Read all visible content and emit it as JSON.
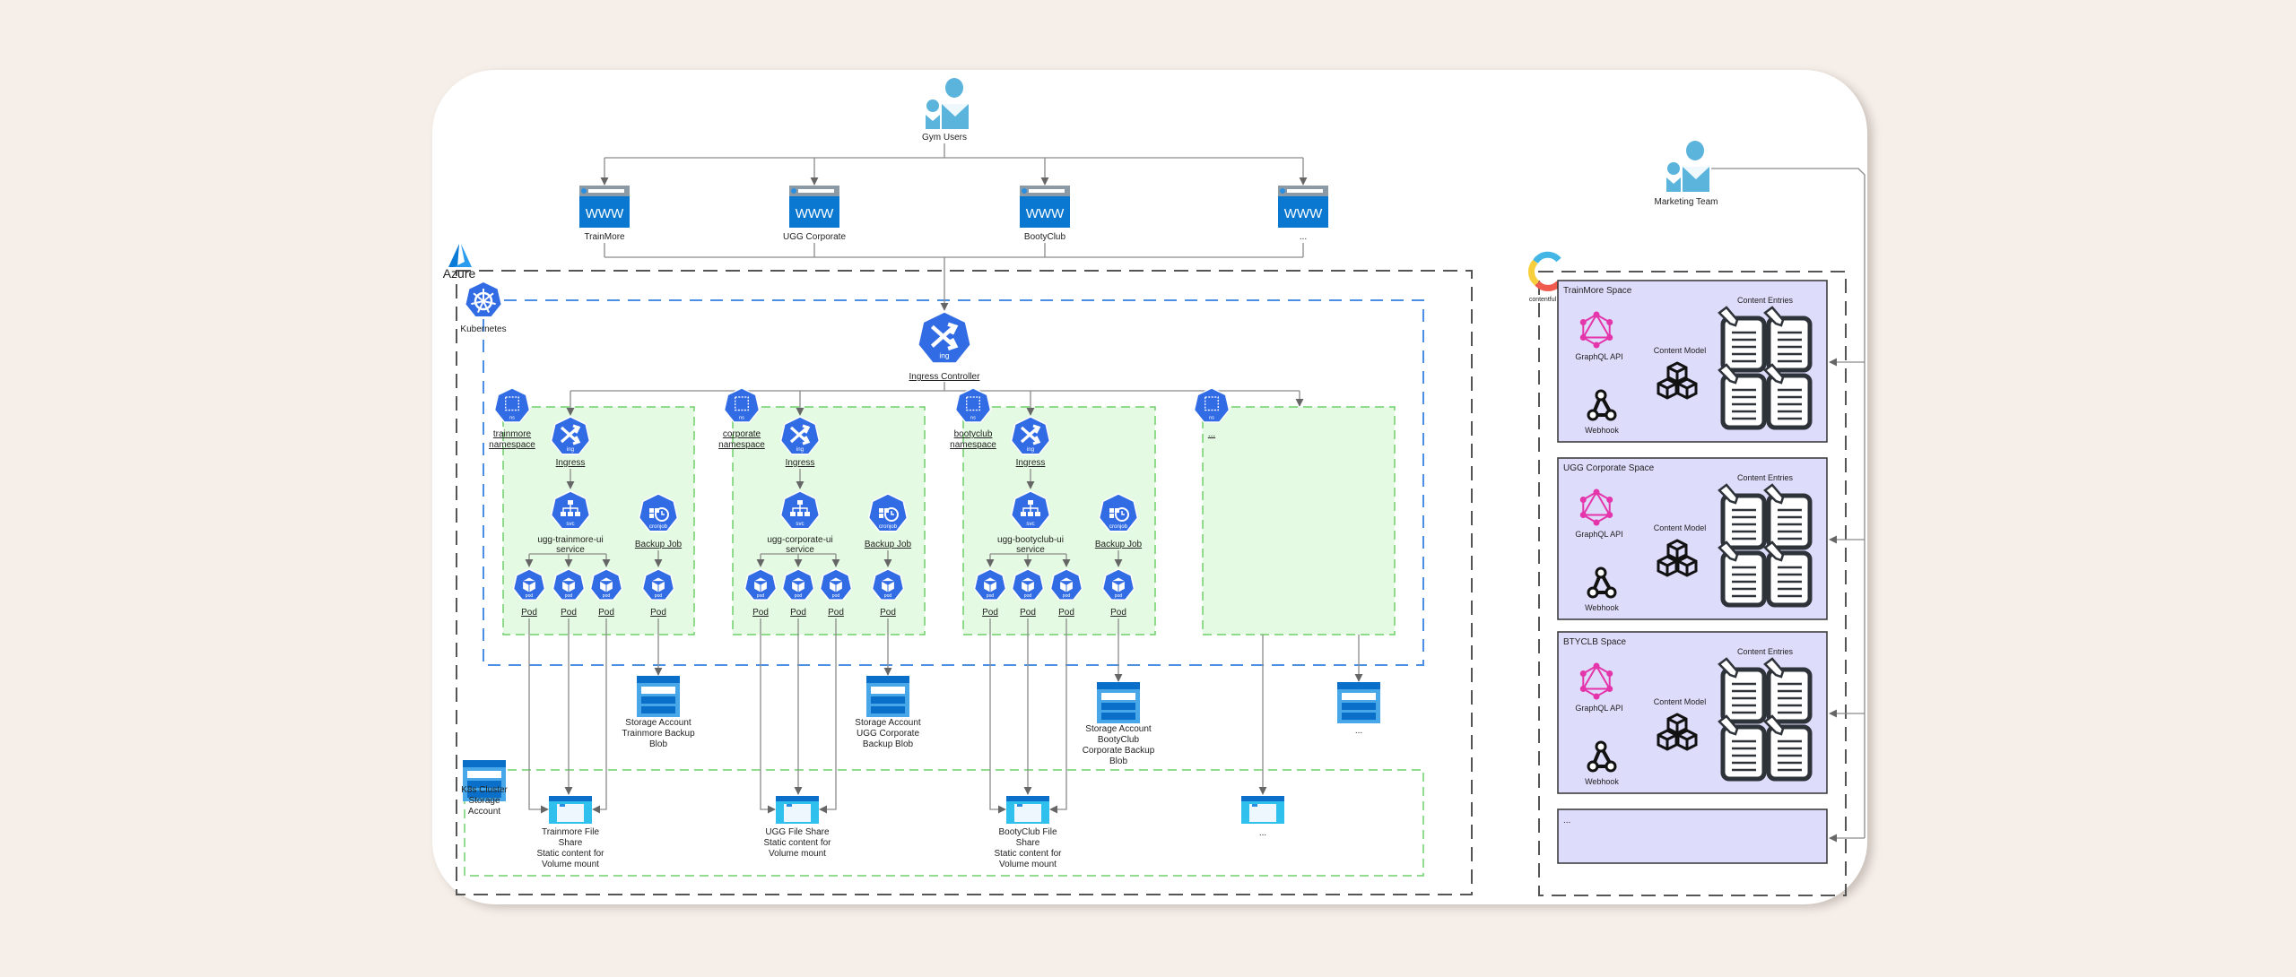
{
  "colors": {
    "k8s_blue": "#326ce5",
    "www_blue": "#0a78d0",
    "user_blue": "#5ab4dc",
    "namespace_fill": "#e5fae2",
    "namespace_stroke": "#6fcf6a",
    "k8s_dashed": "#4a8fe3",
    "space_fill": "#dedcfb",
    "storage_blue": "#0a6fc8",
    "fileshare_cyan": "#2fc0ee"
  },
  "users": {
    "gym_users": "Gym Users",
    "marketing_team": "Marketing Team"
  },
  "websites": [
    "TrainMore",
    "UGG Corporate",
    "BootyClub",
    "..."
  ],
  "website_icon_text": "WWW",
  "azure": {
    "label": "Azure"
  },
  "kubernetes": {
    "label": "Kubernetes",
    "ingress_controller": "Ingress Controller"
  },
  "badges": {
    "ingress": "ing",
    "namespace": "ns",
    "service": "svc",
    "cronjob": "cronjob",
    "pod": "pod"
  },
  "namespaces": [
    {
      "label": [
        "trainmore",
        "namespace"
      ],
      "ingress": "Ingress",
      "service": [
        "ugg-trainmore-ui",
        "service"
      ],
      "backup_job": "Backup Job",
      "pods": [
        "Pod",
        "Pod",
        "Pod",
        "Pod"
      ]
    },
    {
      "label": [
        "corporate",
        "namespace"
      ],
      "ingress": "Ingress",
      "service": [
        "ugg-corporate-ui",
        "service"
      ],
      "backup_job": "Backup Job",
      "pods": [
        "Pod",
        "Pod",
        "Pod",
        "Pod"
      ]
    },
    {
      "label": [
        "bootyclub",
        "namespace"
      ],
      "ingress": "Ingress",
      "service": [
        "ugg-bootyclub-ui",
        "service"
      ],
      "backup_job": "Backup Job",
      "pods": [
        "Pod",
        "Pod",
        "Pod",
        "Pod"
      ]
    },
    {
      "label": [
        "..."
      ]
    }
  ],
  "backup_storage": [
    [
      "Storage Account",
      "Trainmore Backup",
      "Blob"
    ],
    [
      "Storage Account",
      "UGG Corporate",
      "Backup Blob"
    ],
    [
      "Storage Account",
      "BootyClub",
      "Corporate Backup",
      "Blob"
    ],
    [
      "..."
    ]
  ],
  "cluster_storage": [
    "K8s Cluster",
    "Storage",
    "Account"
  ],
  "file_shares": [
    [
      "Trainmore File",
      "Share",
      "Static content for",
      "Volume mount"
    ],
    [
      "UGG File Share",
      "Static content for",
      "Volume mount"
    ],
    [
      "BootyClub File",
      "Share",
      "Static content for",
      "Volume mount"
    ],
    [
      "..."
    ]
  ],
  "contentful": {
    "logo_text": "contentful",
    "spaces": [
      {
        "title": "TrainMore Space",
        "graphql": "GraphQL API",
        "webhook": "Webhook",
        "content_model": "Content Model",
        "content_entries": "Content Entries"
      },
      {
        "title": "UGG Corporate Space",
        "graphql": "GraphQL API",
        "webhook": "Webhook",
        "content_model": "Content Model",
        "content_entries": "Content Entries"
      },
      {
        "title": "BTYCLB Space",
        "graphql": "GraphQL API",
        "webhook": "Webhook",
        "content_model": "Content Model",
        "content_entries": "Content Entries"
      },
      {
        "title": "..."
      }
    ]
  }
}
